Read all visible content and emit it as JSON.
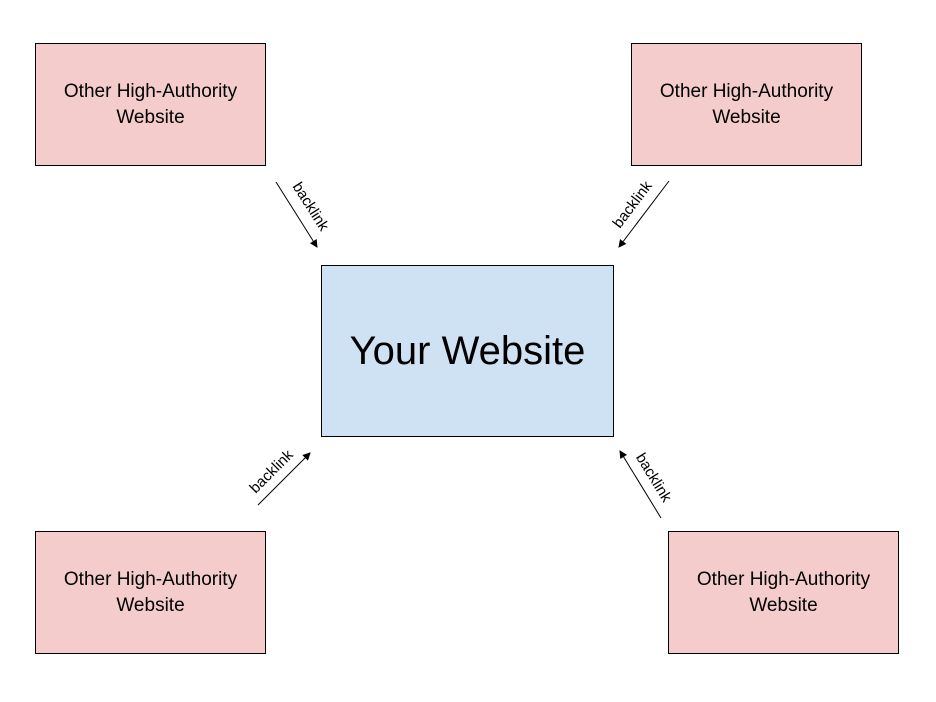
{
  "diagram": {
    "center_node": {
      "label": "Your Website",
      "fill": "#cfe2f3"
    },
    "outer_nodes": [
      {
        "id": "top-left",
        "label": "Other High-Authority Website",
        "fill": "#f4cccc"
      },
      {
        "id": "top-right",
        "label": "Other High-Authority Website",
        "fill": "#f4cccc"
      },
      {
        "id": "bottom-left",
        "label": "Other High-Authority Website",
        "fill": "#f4cccc"
      },
      {
        "id": "bottom-right",
        "label": "Other High-Authority Website",
        "fill": "#f4cccc"
      }
    ],
    "edges": [
      {
        "from": "top-left",
        "to": "center",
        "label": "backlink"
      },
      {
        "from": "top-right",
        "to": "center",
        "label": "backlink"
      },
      {
        "from": "bottom-left",
        "to": "center",
        "label": "backlink"
      },
      {
        "from": "bottom-right",
        "to": "center",
        "label": "backlink"
      }
    ]
  }
}
